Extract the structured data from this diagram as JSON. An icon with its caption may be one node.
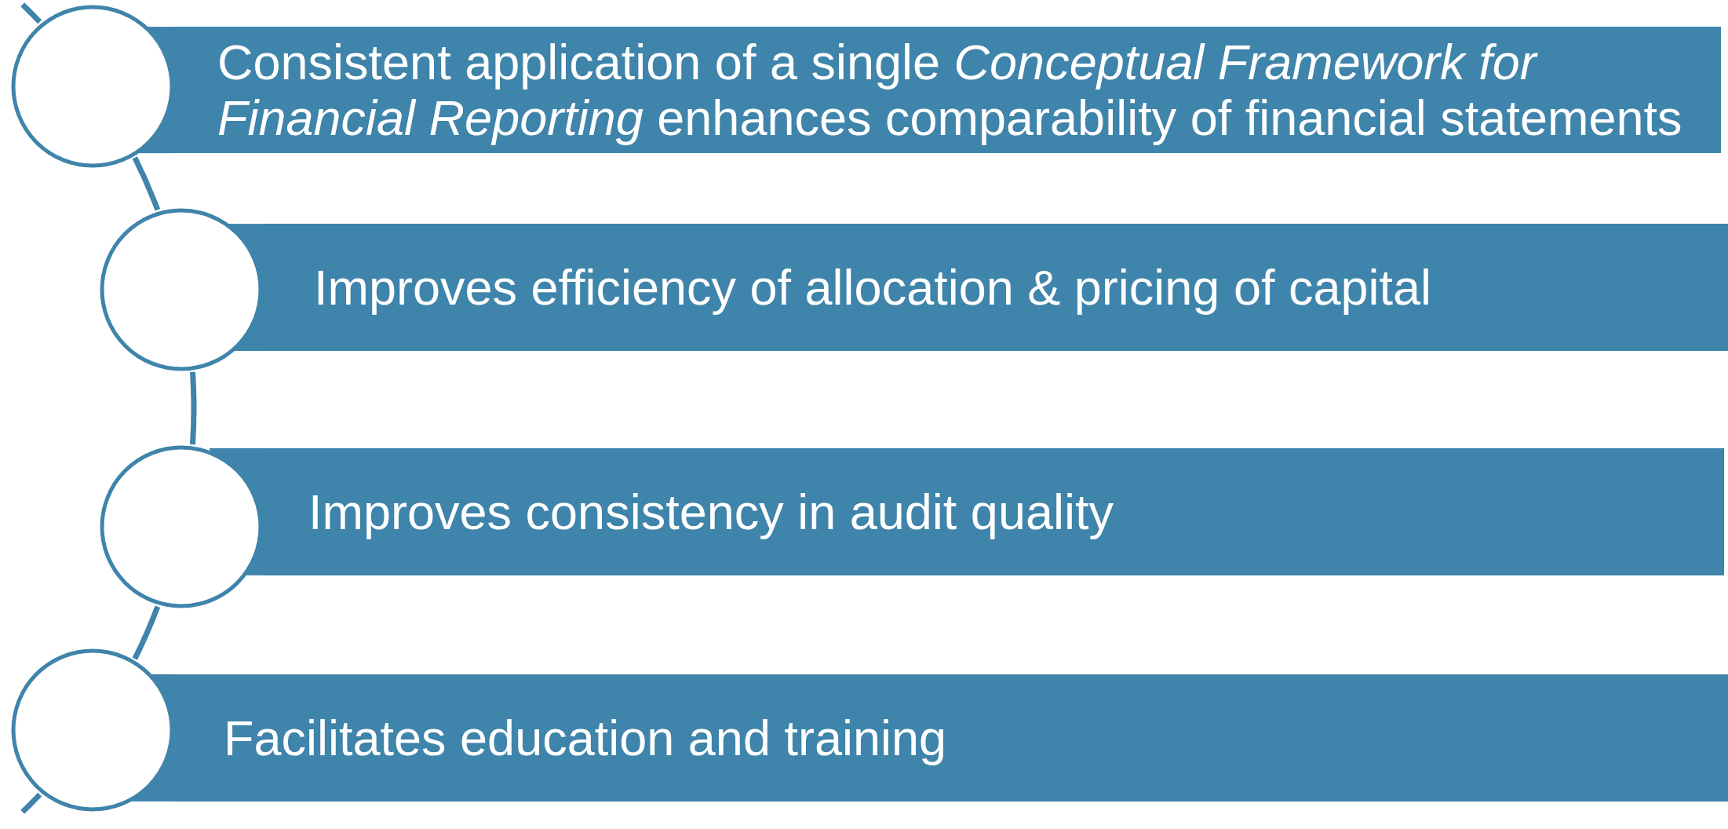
{
  "diagram": {
    "nodes": [
      {
        "text": [],
        "shape": "circle"
      },
      {
        "text": [
          "Consistent application of a single *Conceptual Framework for Financial Reporting* enhances comparability of financial statements"
        ]
      },
      {
        "text": [],
        "shape": "circle"
      },
      {
        "text": [
          "Improves efficiency of allocation & pricing of capital"
        ]
      },
      {
        "text": [],
        "shape": "circle"
      },
      {
        "text": [
          "Improves consistency in audit quality"
        ]
      },
      {
        "text": [],
        "shape": "circle"
      },
      {
        "text": [
          "Facilitates education and training"
        ]
      }
    ],
    "edges": [
      {
        "from": 0,
        "to": 2,
        "arrow": "none"
      },
      {
        "from": 2,
        "to": 4,
        "arrow": "none"
      },
      {
        "from": 4,
        "to": 6,
        "arrow": "none"
      }
    ]
  }
}
